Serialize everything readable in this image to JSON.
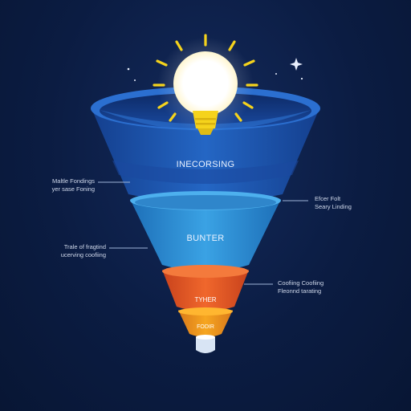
{
  "funnel": {
    "stages": [
      {
        "label": "INECORSING",
        "color": "#1d5cb8"
      },
      {
        "label": "BUNTER",
        "color": "#2a8fd6"
      },
      {
        "label": "TYHER",
        "color": "#e8602a"
      },
      {
        "label": "FODIR",
        "color": "#f09a1e"
      }
    ]
  },
  "callouts": {
    "top_left": {
      "line1": "Maltle Fondings",
      "line2": "yer sase Foning"
    },
    "mid_right": {
      "line1": "Efcer Folt",
      "line2": "Seary Linding"
    },
    "mid_left": {
      "line1": "Trale of fragtind",
      "line2": "ucerving coofiing"
    },
    "lower_right": {
      "line1": "Coofiing Coofiing",
      "line2": "Fleonnd tarating"
    }
  },
  "icons": {
    "bulb": "lightbulb-icon",
    "sparkle": "sparkle-icon"
  },
  "colors": {
    "background": "#0b1c42",
    "bulb_glow": "#ffffff",
    "rays": "#f5d31c"
  }
}
